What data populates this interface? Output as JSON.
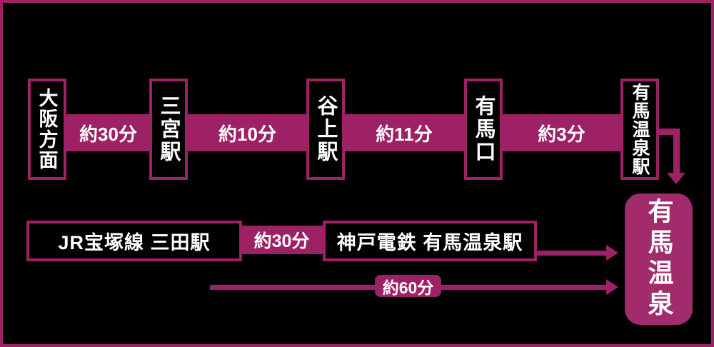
{
  "colors": {
    "background": "#000000",
    "accent": "#9d2164",
    "destination_fill": "#a22b6c",
    "text": "#ffffff"
  },
  "route_top": {
    "stations": [
      {
        "label": "大阪方面"
      },
      {
        "label": "三宮駅"
      },
      {
        "label": "谷上駅"
      },
      {
        "label": "有馬口"
      },
      {
        "label": "有馬温泉駅"
      }
    ],
    "durations": [
      {
        "label": "約30分"
      },
      {
        "label": "約10分"
      },
      {
        "label": "約11分"
      },
      {
        "label": "約3分"
      }
    ]
  },
  "route_jr": {
    "from_label": "JR宝塚線 三田駅",
    "duration_label": "約30分",
    "to_label": "神戸電鉄 有馬温泉駅"
  },
  "route_direct": {
    "duration_label": "約60分"
  },
  "destination": {
    "label": "有馬温泉"
  }
}
